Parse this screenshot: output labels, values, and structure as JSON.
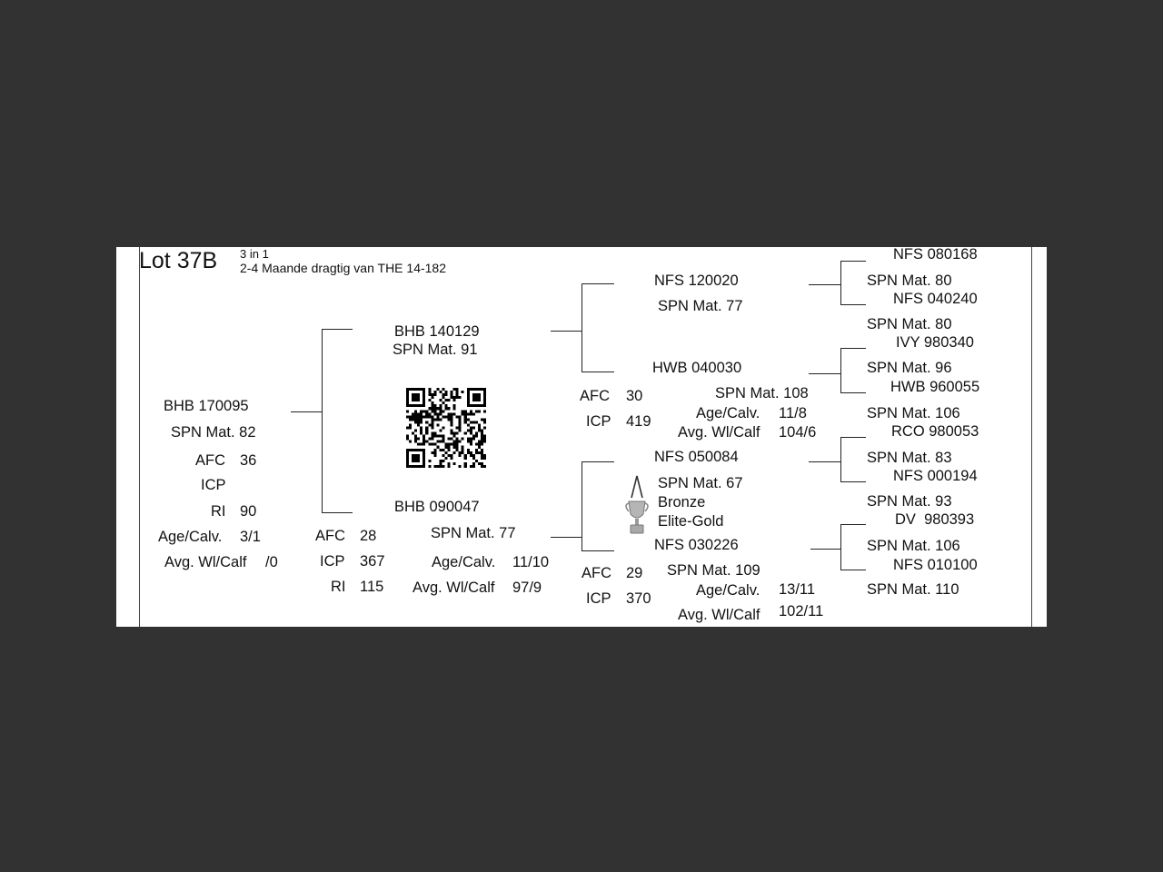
{
  "header": {
    "lot": "Lot 37B",
    "tag": "3 in 1",
    "note": "2-4 Maande dragtig van THE 14-182"
  },
  "animal": {
    "id": "BHB 170095",
    "spn": "SPN Mat. 82",
    "afc_label": "AFC",
    "afc": "36",
    "icp_label": "ICP",
    "ri_label": "RI",
    "ri": "90",
    "age_label": "Age/Calv.",
    "age": "3/1",
    "avg_label": "Avg. Wl/Calf",
    "avg": "/0"
  },
  "sire": {
    "id": "BHB 140129",
    "spn": "SPN Mat. 91"
  },
  "dam": {
    "id": "BHB 090047",
    "spn": "SPN Mat. 77",
    "afc_label": "AFC",
    "afc": "28",
    "icp_label": "ICP",
    "icp": "367",
    "ri_label": "RI",
    "ri": "115",
    "age_label": "Age/Calv.",
    "age": "11/10",
    "avg_label": "Avg. Wl/Calf",
    "avg": "97/9"
  },
  "ss": {
    "id": "NFS 120020",
    "spn": "SPN Mat. 77"
  },
  "sd": {
    "id": "HWB 040030",
    "spn": "SPN Mat. 108",
    "afc_label": "AFC",
    "afc": "30",
    "icp_label": "ICP",
    "icp": "419",
    "age_label": "Age/Calv.",
    "age": "11/8",
    "avg_label": "Avg. Wl/Calf",
    "avg": "104/6"
  },
  "ds": {
    "id": "NFS 050084",
    "spn": "SPN Mat. 67",
    "award1": "Bronze",
    "award2": "Elite-Gold"
  },
  "dd": {
    "id": "NFS 030226",
    "spn": "SPN Mat. 109",
    "afc_label": "AFC",
    "afc": "29",
    "icp_label": "ICP",
    "icp": "370",
    "age_label": "Age/Calv.",
    "age": "13/11",
    "avg_label": "Avg. Wl/Calf",
    "avg": "102/11"
  },
  "gen4": [
    {
      "id": "NFS 080168",
      "spn": "SPN Mat. 80"
    },
    {
      "id": "NFS 040240",
      "spn": "SPN Mat. 80"
    },
    {
      "id": "IVY 980340",
      "spn": "SPN Mat. 96"
    },
    {
      "id": "HWB 960055",
      "spn": "SPN Mat. 106"
    },
    {
      "id": "RCO 980053",
      "spn": "SPN Mat. 83"
    },
    {
      "id": "NFS 000194",
      "spn": "SPN Mat. 93"
    },
    {
      "id": "DV  980393",
      "spn": "SPN Mat. 106"
    },
    {
      "id": "NFS 010100",
      "spn": "SPN Mat. 110"
    }
  ],
  "icons": {
    "qr": "qr-code-icon",
    "trophy": "trophy-icon"
  }
}
